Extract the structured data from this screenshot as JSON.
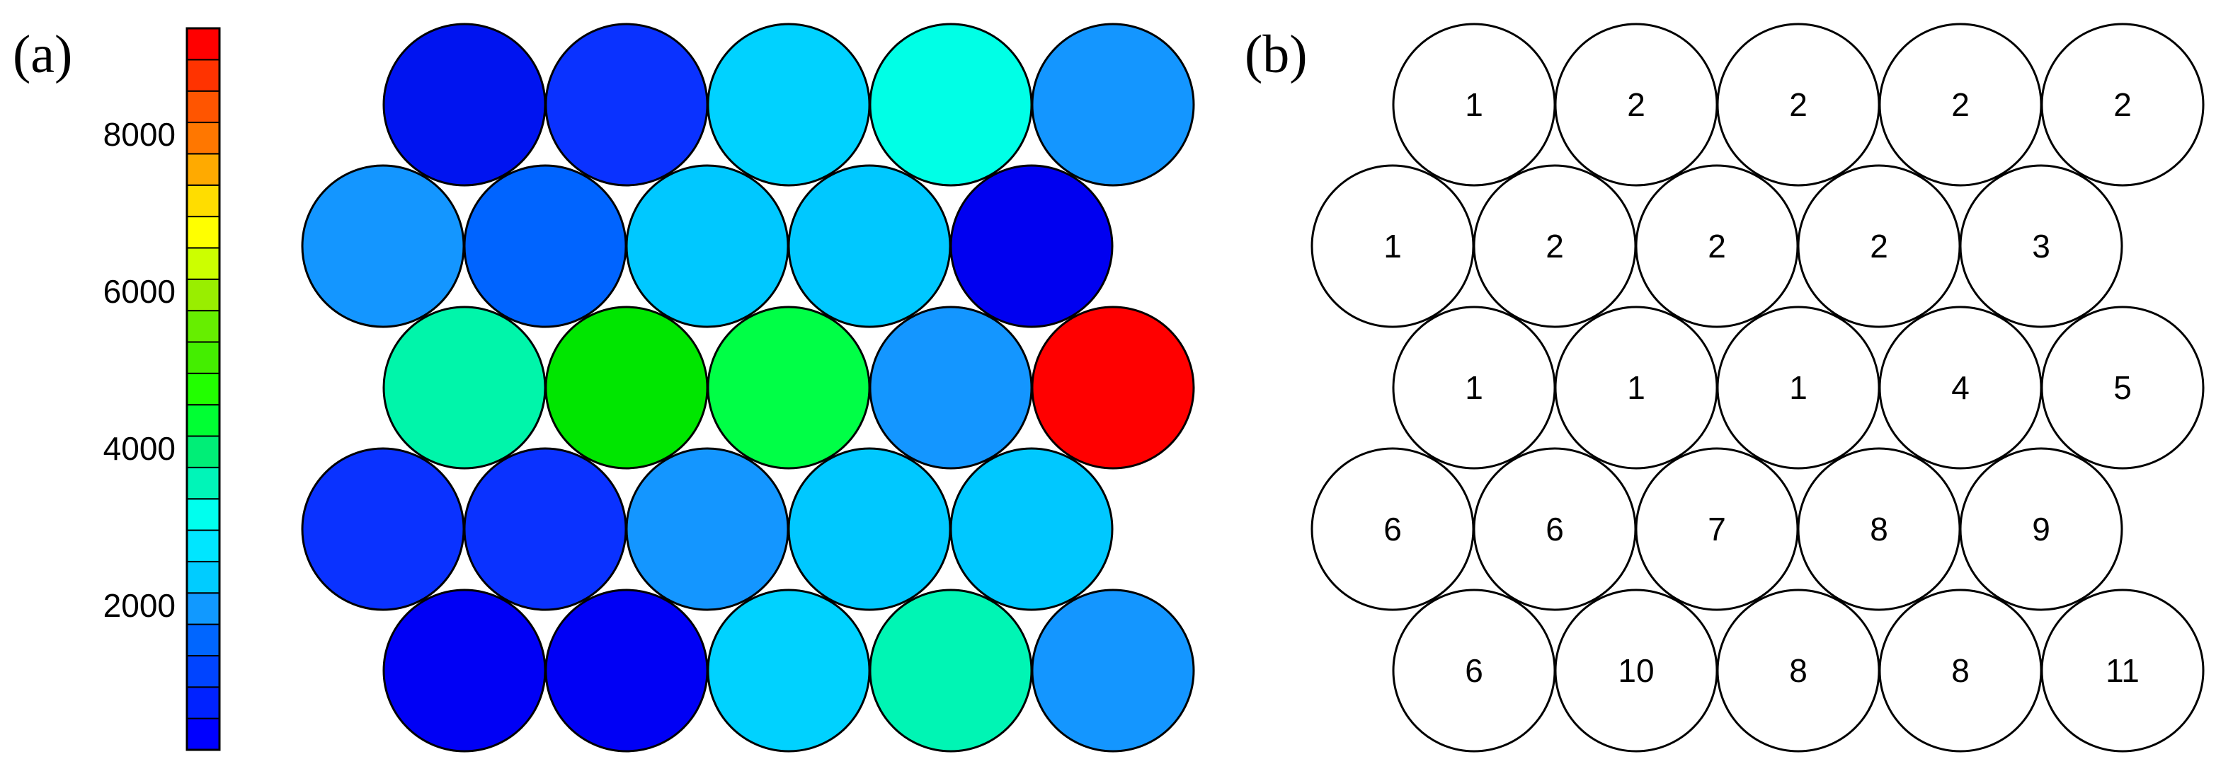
{
  "panel_a": {
    "label": "(a)",
    "colorbar": {
      "ticks": [
        "2000",
        "4000",
        "6000",
        "8000"
      ],
      "colors": [
        "#0000ff",
        "#0022ff",
        "#0044ff",
        "#0066ff",
        "#1199ff",
        "#00ccff",
        "#00e6ff",
        "#00ffee",
        "#00f5b8",
        "#00ee77",
        "#00ff33",
        "#22ff00",
        "#44ee00",
        "#66ee00",
        "#99ee00",
        "#ccff00",
        "#ffff00",
        "#ffdd00",
        "#ffaa00",
        "#ff7700",
        "#ff5500",
        "#ff3300",
        "#ff0000"
      ]
    },
    "cell_colors": [
      [
        "#0014f0",
        "#0a32ff",
        "#00d2ff",
        "#00ffe6",
        "#1496ff"
      ],
      [
        "#1496ff",
        "#0064ff",
        "#00c8ff",
        "#00c8ff",
        "#0000f0"
      ],
      [
        "#00f5aa",
        "#00e600",
        "#00ff46",
        "#1496ff",
        "#ff0000"
      ],
      [
        "#0a32ff",
        "#0a32ff",
        "#1496ff",
        "#00c8ff",
        "#00c8ff"
      ],
      [
        "#0000f5",
        "#0000f5",
        "#00d2ff",
        "#00f5b4",
        "#1496ff"
      ]
    ]
  },
  "panel_b": {
    "label": "(b)",
    "cell_labels": [
      [
        "1",
        "2",
        "2",
        "2",
        "2"
      ],
      [
        "1",
        "2",
        "2",
        "2",
        "3"
      ],
      [
        "1",
        "1",
        "1",
        "4",
        "5"
      ],
      [
        "6",
        "6",
        "7",
        "8",
        "9"
      ],
      [
        "6",
        "10",
        "8",
        "8",
        "11"
      ]
    ]
  }
}
